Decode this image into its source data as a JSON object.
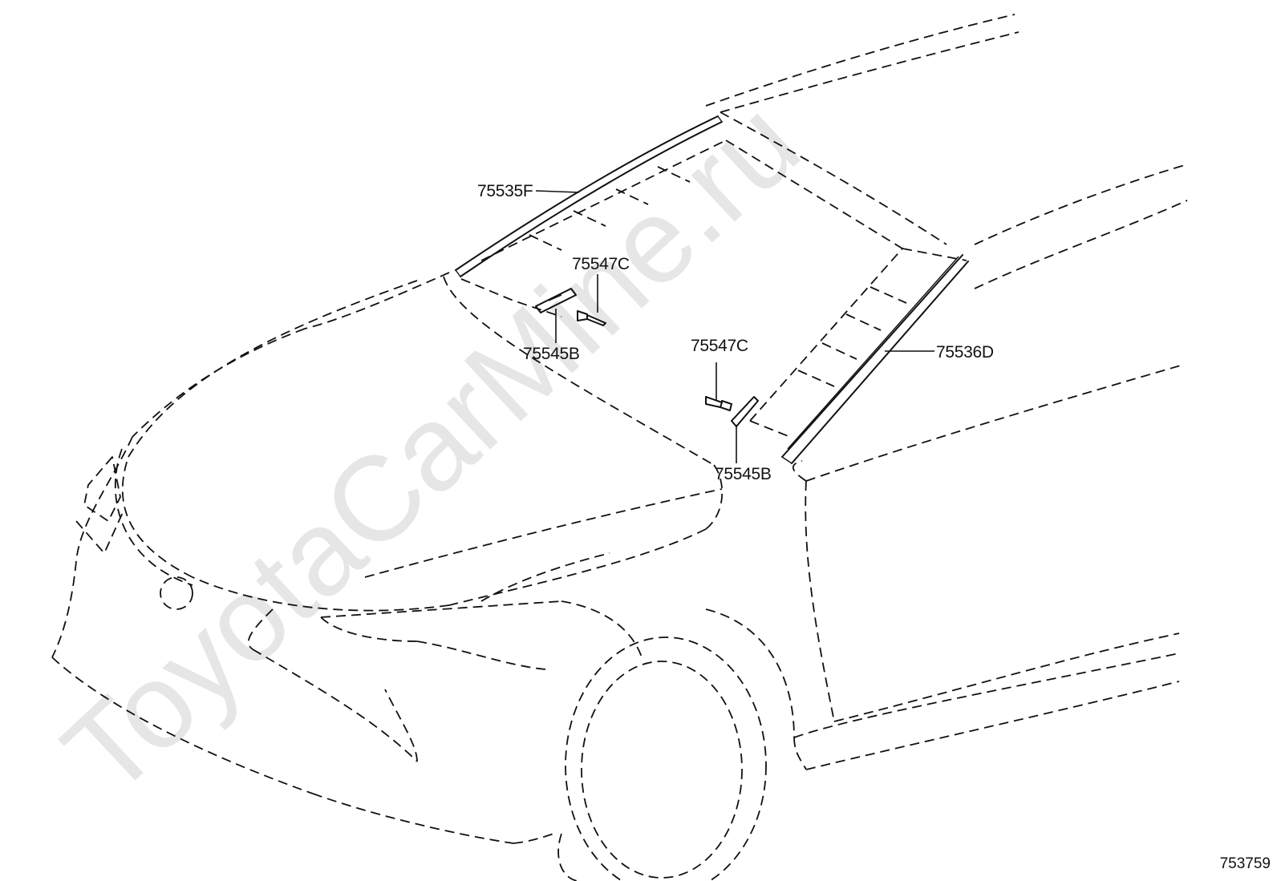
{
  "watermark": "ToyotaCarMine.ru",
  "diagram_id": "753759",
  "parts": {
    "p1": "75535F",
    "p2": "75547C",
    "p3": "75545B",
    "p4": "75547C",
    "p5": "75536D",
    "p6": "75545B"
  }
}
